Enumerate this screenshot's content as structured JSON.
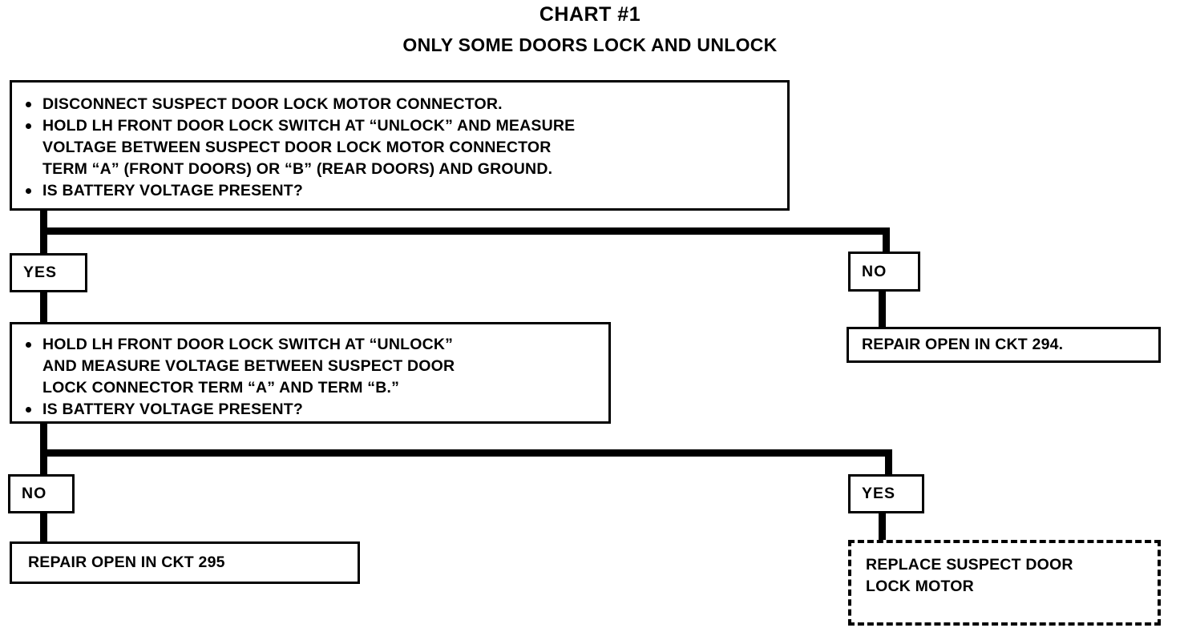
{
  "chart": {
    "title": "CHART #1",
    "subtitle": "ONLY SOME DOORS LOCK AND UNLOCK"
  },
  "nodes": {
    "step1": {
      "bullets": [
        "DISCONNECT SUSPECT DOOR LOCK MOTOR CONNECTOR.",
        "HOLD LH FRONT DOOR LOCK SWITCH AT “UNLOCK” AND MEASURE\nVOLTAGE BETWEEN SUSPECT DOOR LOCK MOTOR CONNECTOR\nTERM “A” (FRONT DOORS) OR “B” (REAR DOORS) AND GROUND.",
        "IS BATTERY VOLTAGE PRESENT?"
      ]
    },
    "step2": {
      "bullets": [
        "HOLD LH FRONT DOOR LOCK SWITCH AT “UNLOCK”\nAND MEASURE VOLTAGE BETWEEN SUSPECT DOOR\nLOCK CONNECTOR TERM “A” AND TERM “B.”",
        "IS BATTERY VOLTAGE PRESENT?"
      ]
    },
    "repair294": {
      "text": "REPAIR OPEN IN CKT 294."
    },
    "repair295": {
      "text": "REPAIR OPEN IN CKT 295"
    },
    "replaceMotor": {
      "text": "REPLACE SUSPECT DOOR\nLOCK MOTOR"
    }
  },
  "branch_labels": {
    "step1_yes": "YES",
    "step1_no": "NO",
    "step2_no": "NO",
    "step2_yes": "YES"
  },
  "chart_data": {
    "type": "diagram",
    "diagram_kind": "troubleshooting-flowchart",
    "title": "CHART #1",
    "subtitle": "ONLY SOME DOORS LOCK AND UNLOCK",
    "nodes": [
      {
        "id": "step1",
        "kind": "test",
        "border": "solid"
      },
      {
        "id": "repair294",
        "kind": "action",
        "border": "solid"
      },
      {
        "id": "step2",
        "kind": "test",
        "border": "solid"
      },
      {
        "id": "repair295",
        "kind": "action",
        "border": "solid"
      },
      {
        "id": "replaceMotor",
        "kind": "action",
        "border": "dashed"
      }
    ],
    "edges": [
      {
        "from": "step1",
        "to": "step2",
        "label": "YES"
      },
      {
        "from": "step1",
        "to": "repair294",
        "label": "NO"
      },
      {
        "from": "step2",
        "to": "repair295",
        "label": "NO"
      },
      {
        "from": "step2",
        "to": "replaceMotor",
        "label": "YES"
      }
    ]
  }
}
